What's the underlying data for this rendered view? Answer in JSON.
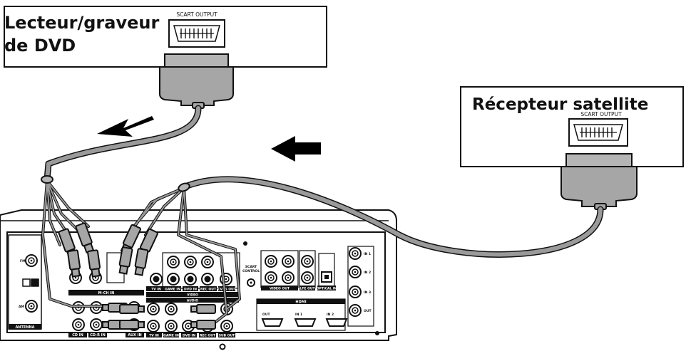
{
  "devices": {
    "dvd": {
      "title_line1": "Lecteur/graveur",
      "title_line2": "de DVD",
      "port_label": "SCART OUTPUT"
    },
    "satellite": {
      "title": "Récepteur satellite",
      "port_label": "SCART OUTPUT"
    }
  },
  "receiver": {
    "labels": {
      "fm": "FM",
      "am": "AM",
      "antenna": "ANTENNA",
      "mch_in": "M-CH IN",
      "video": "VIDEO",
      "audio": "AUDIO",
      "cd_in": "CD IN",
      "cdr_in": "CD-R IN",
      "aux_in": "AUX IN",
      "tv_in_video": "TV IN",
      "game_in_video": "GAME IN",
      "dvd_in_video": "DVD IN",
      "rec_out_video": "REC OUT",
      "cvbs_out": "CVBS OUT",
      "tv_in_audio": "TV IN",
      "game_in_audio": "GAME IN",
      "dvd_in_audio": "DVD IN",
      "rec_out_audio": "REC OUT",
      "sub_out": "SUB OUT",
      "scart_control_1": "SCART",
      "scart_control_2": "CONTROL",
      "video_out": "VIDEO OUT",
      "lfe_out": "LFE OUT",
      "optical_in": "OPTICAL IN",
      "hdmi": "HDMI",
      "hdmi_out": "OUT",
      "hdmi_in1": "IN 1",
      "hdmi_in2": "IN 2",
      "side_in1": "IN 1",
      "side_in2": "IN 2",
      "side_in3": "IN 3",
      "side_out": "OUT"
    }
  },
  "colors": {
    "ink": "#111111",
    "cable": "#9a9a9a",
    "plug": "#a6a6a6",
    "arrow": "#000000"
  }
}
